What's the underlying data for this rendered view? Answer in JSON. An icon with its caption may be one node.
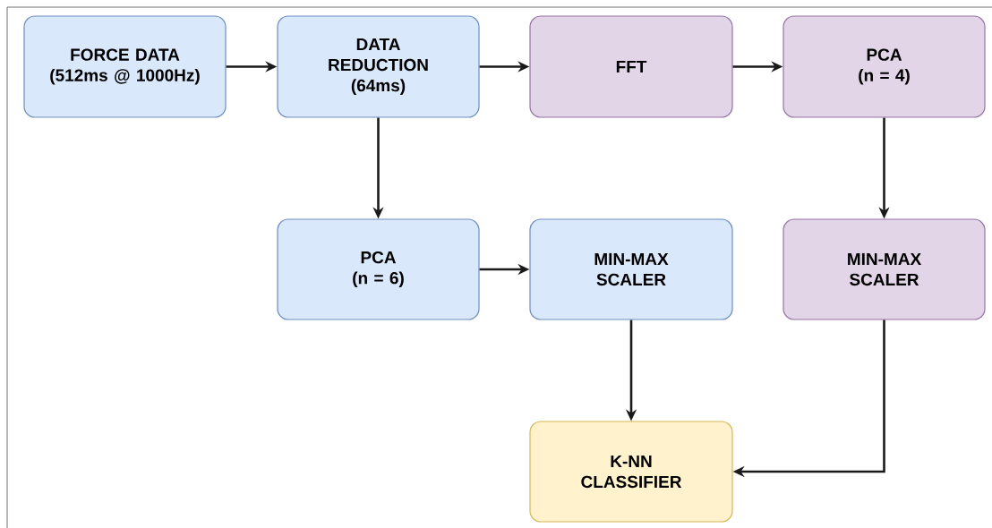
{
  "diagram": {
    "nodes": [
      {
        "text": [
          "FORCE DATA",
          "(512ms @ 1000Hz)"
        ]
      },
      {
        "text": [
          "DATA REDUCTION",
          "(64ms)"
        ]
      },
      {
        "text": [
          "FFT"
        ]
      },
      {
        "text": [
          "PCA",
          "(n = 4)"
        ]
      },
      {
        "text": [
          "PCA",
          "(n = 6)"
        ]
      },
      {
        "text": [
          "MIN-MAX SCALER"
        ]
      },
      {
        "text": [
          "MIN-MAX SCALER"
        ]
      },
      {
        "text": [
          "K-NN CLASSIFIER"
        ]
      }
    ],
    "edges": [
      {
        "from": 0,
        "to": 1,
        "arrow": "to"
      },
      {
        "from": 1,
        "to": 2,
        "arrow": "to"
      },
      {
        "from": 2,
        "to": 3,
        "arrow": "to"
      },
      {
        "from": 1,
        "to": 4,
        "arrow": "to"
      },
      {
        "from": 4,
        "to": 5,
        "arrow": "to"
      },
      {
        "from": 3,
        "to": 6,
        "arrow": "to"
      },
      {
        "from": 5,
        "to": 7,
        "arrow": "to"
      },
      {
        "from": 6,
        "to": 7,
        "arrow": "to"
      }
    ]
  }
}
